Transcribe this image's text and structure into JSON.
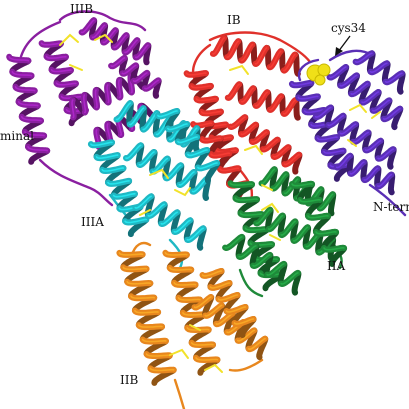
{
  "labels": {
    "IIIB": "IIIB",
    "IB": "IB",
    "cys34": "cys34",
    "C_terminal": "minal",
    "IIIA": "IIIA",
    "IIA": "IIA",
    "N_terminal": "N-term",
    "IIB": "IIB"
  },
  "colors": {
    "IIIB": "#8a1fa0",
    "IB": "#e0312b",
    "IA": "#5a2fb5",
    "IIIA": "#1fb8c4",
    "IIA": "#1f8a3a",
    "IIB": "#e8871e",
    "disulfide": "#f2e22a",
    "cys34_atom": "#f0e018",
    "text": "#111111",
    "background": "#ffffff"
  }
}
